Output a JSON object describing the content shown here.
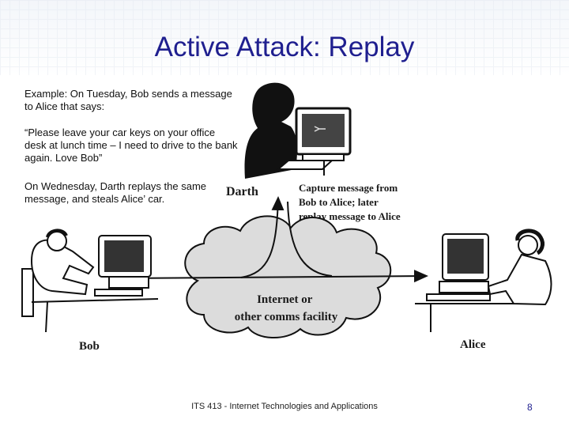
{
  "slide": {
    "title": "Active Attack: Replay",
    "paragraphs": [
      "Example: On Tuesday, Bob sends a message to Alice that says:",
      "“Please leave your car keys on your office desk at lunch time – I need to drive to the bank again. Love Bob”",
      "On Wednesday, Darth replays the same message, and steals Alice’ car."
    ],
    "footer": "ITS 413 - Internet Technologies and Applications",
    "page_number": "8"
  },
  "diagram": {
    "darth_label": "Darth",
    "darth_caption": [
      "Capture message from",
      "Bob to Alice; later",
      "replay message to Alice"
    ],
    "cloud_label": [
      "Internet or",
      "other comms facility"
    ],
    "bob_label": "Bob",
    "alice_label": "Alice"
  }
}
